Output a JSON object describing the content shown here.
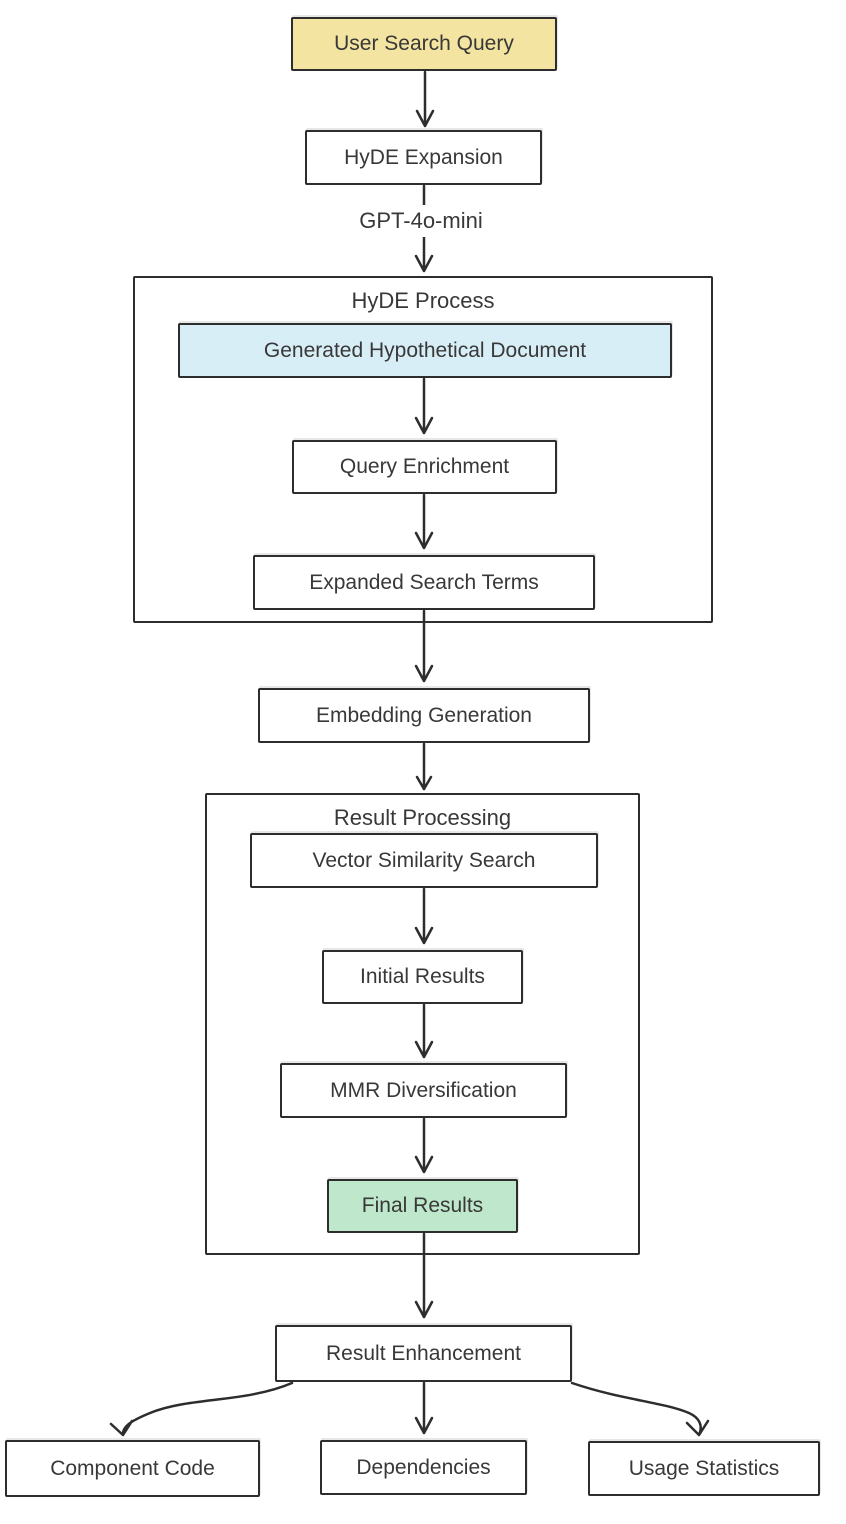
{
  "diagram": {
    "type": "flowchart",
    "direction": "top-down",
    "nodes": {
      "user_search_query": {
        "label": "User Search Query",
        "fill": "#F3E5A1"
      },
      "hyde_expansion": {
        "label": "HyDE Expansion",
        "fill": "#FFFFFF"
      },
      "generated_hypothetical_document": {
        "label": "Generated Hypothetical Document",
        "fill": "#D8EEF7"
      },
      "query_enrichment": {
        "label": "Query Enrichment",
        "fill": "#FFFFFF"
      },
      "expanded_search_terms": {
        "label": "Expanded Search Terms",
        "fill": "#FFFFFF"
      },
      "embedding_generation": {
        "label": "Embedding Generation",
        "fill": "#FFFFFF"
      },
      "vector_similarity_search": {
        "label": "Vector Similarity Search",
        "fill": "#FFFFFF"
      },
      "initial_results": {
        "label": "Initial Results",
        "fill": "#FFFFFF"
      },
      "mmr_diversification": {
        "label": "MMR Diversification",
        "fill": "#FFFFFF"
      },
      "final_results": {
        "label": "Final Results",
        "fill": "#BFE7CB"
      },
      "result_enhancement": {
        "label": "Result Enhancement",
        "fill": "#FFFFFF"
      },
      "component_code": {
        "label": "Component Code",
        "fill": "#FFFFFF"
      },
      "dependencies": {
        "label": "Dependencies",
        "fill": "#FFFFFF"
      },
      "usage_statistics": {
        "label": "Usage Statistics",
        "fill": "#FFFFFF"
      }
    },
    "containers": {
      "hyde_process": {
        "title": "HyDE Process"
      },
      "result_processing": {
        "title": "Result Processing"
      }
    },
    "edges": [
      {
        "from": "User Search Query",
        "to": "HyDE Expansion",
        "label": ""
      },
      {
        "from": "HyDE Expansion",
        "to": "HyDE Process",
        "label": "GPT-4o-mini"
      },
      {
        "from": "Generated Hypothetical Document",
        "to": "Query Enrichment",
        "label": ""
      },
      {
        "from": "Query Enrichment",
        "to": "Expanded Search Terms",
        "label": ""
      },
      {
        "from": "Expanded Search Terms",
        "to": "Embedding Generation",
        "label": ""
      },
      {
        "from": "Embedding Generation",
        "to": "Result Processing",
        "label": ""
      },
      {
        "from": "Vector Similarity Search",
        "to": "Initial Results",
        "label": ""
      },
      {
        "from": "Initial Results",
        "to": "MMR Diversification",
        "label": ""
      },
      {
        "from": "MMR Diversification",
        "to": "Final Results",
        "label": ""
      },
      {
        "from": "Final Results",
        "to": "Result Enhancement",
        "label": ""
      },
      {
        "from": "Result Enhancement",
        "to": "Component Code",
        "label": ""
      },
      {
        "from": "Result Enhancement",
        "to": "Dependencies",
        "label": ""
      },
      {
        "from": "Result Enhancement",
        "to": "Usage Statistics",
        "label": ""
      }
    ],
    "colors": {
      "background": "#FFFFFF",
      "node_border": "#2D2D2D",
      "arrow": "#2D2D2D",
      "text": "#383838",
      "highlight_yellow": "#F3E5A1",
      "highlight_blue": "#D8EEF7",
      "highlight_green": "#BFE7CB"
    }
  }
}
